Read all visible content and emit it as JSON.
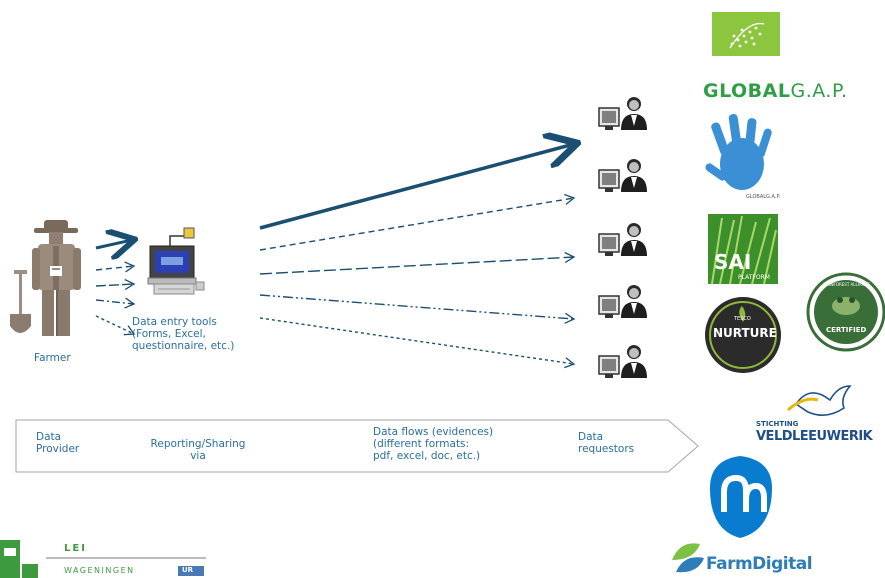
{
  "farmer": {
    "label": "Farmer"
  },
  "data_entry": {
    "label": "Data entry tools\n(Forms, Excel,\nquestionnaire, etc.)"
  },
  "process_bar": {
    "steps": [
      "Data\nProvider",
      "Reporting/Sharing\nvia",
      "Data flows (evidences)\n(different formats:\npdf, excel, doc, etc.)",
      "Data\nrequestors"
    ]
  },
  "logos": {
    "globalgap_bold": "GLOBAL",
    "globalgap_rest": "G.A.P.",
    "globalgap_small": "GLOBALG.A.P.",
    "sai": "SAI",
    "sai_sub": "PLATFORM",
    "nurture_top": "TESCO",
    "nurture": "NURTURE",
    "rainforest": "RAINFOREST ALLIANCE",
    "rainforest_sub": "CERTIFIED",
    "veld_top": "STICHTING",
    "veld": "VELDLEEUWERIK",
    "farmdigital": "FarmDigital",
    "lei": "LEI",
    "wageningen": "WAGENINGEN",
    "ur": "UR"
  },
  "colors": {
    "arrow": "#1b4f72",
    "text": "#2a6fa0",
    "bar_border": "#a6a6a6",
    "eu_green": "#8cc63f",
    "globalgap_green": "#2f9e47",
    "hand_blue": "#3b8fd4",
    "ah_blue": "#0a7ccf"
  }
}
